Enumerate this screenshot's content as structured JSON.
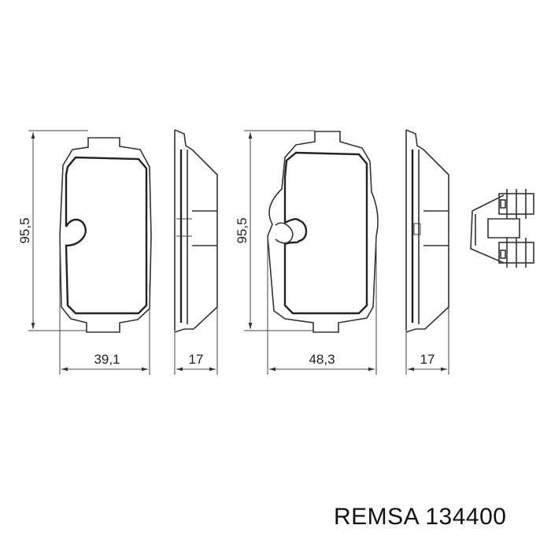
{
  "drawing": {
    "pad1_height": "95,5",
    "pad1_width": "39,1",
    "pad1_thickness": "17",
    "pad2_height": "95,5",
    "pad2_width": "48,3",
    "pad2_thickness": "17"
  },
  "caption": "REMSA 134400"
}
